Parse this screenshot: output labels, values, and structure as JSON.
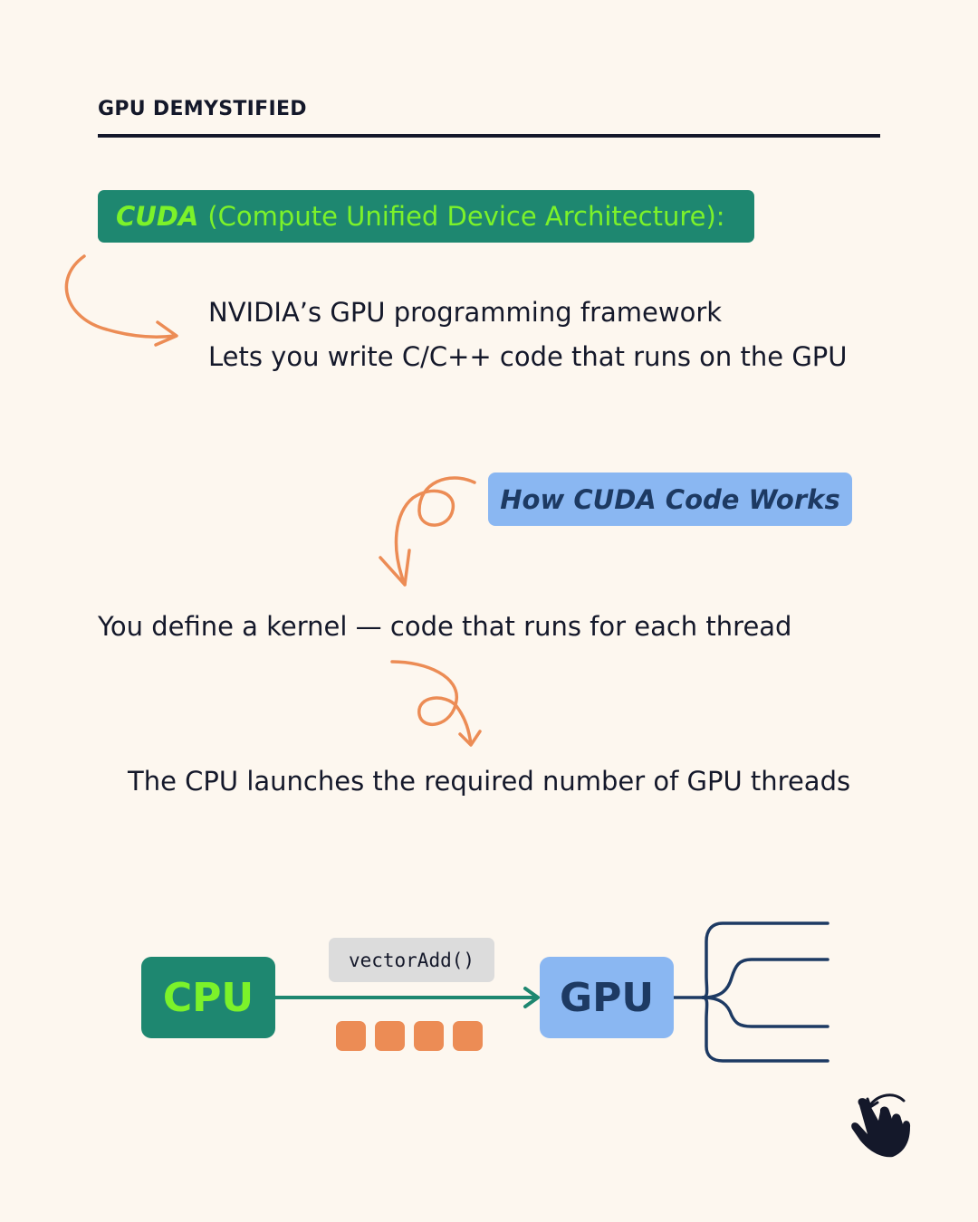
{
  "header": {
    "label": "GPU DEMYSTIFIED"
  },
  "definition": {
    "acronym": "CUDA",
    "expansion": "(Compute Unified Device Architecture):",
    "lines": [
      "NVIDIA’s GPU programming framework",
      "Lets you write C/C++ code that runs on the GPU"
    ]
  },
  "how_section": {
    "title": "How CUDA Code Works",
    "steps": [
      "You define a kernel — code that runs for each thread",
      "The CPU launches the required number of GPU threads"
    ]
  },
  "diagram": {
    "source_label": "CPU",
    "target_label": "GPU",
    "kernel_label": "vectorAdd()",
    "block_count": 4,
    "thread_count": 4
  },
  "colors": {
    "background": "#fdf7ef",
    "teal": "#1e8770",
    "lime": "#7cf22a",
    "blue": "#8ab7f2",
    "navy": "#1d3a63",
    "orange": "#ec8c55",
    "gray": "#dcdcdc",
    "ink": "#14182a"
  },
  "icons": {
    "swipe": "swipe-hand-icon"
  }
}
